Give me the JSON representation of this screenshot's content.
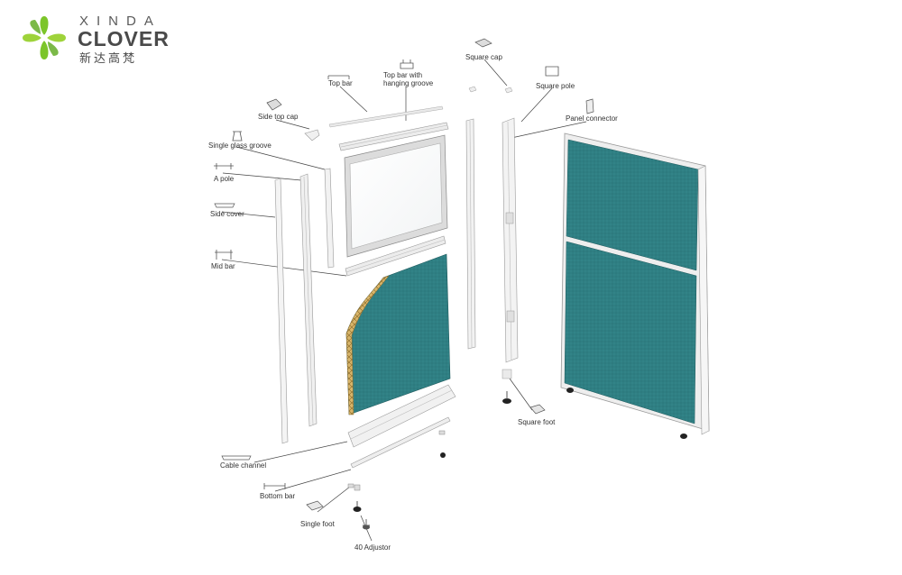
{
  "brand": {
    "name_top": "XINDA",
    "name_main": "CLOVER",
    "name_cn": "新达高梵",
    "colors": {
      "leaf_dark": "#6bbf1f",
      "leaf_light": "#9ed33a"
    }
  },
  "diagram": {
    "colors": {
      "fabric": "#2f7f83",
      "fabric_dark": "#236468",
      "frame": "#e6e6e6",
      "outline": "#9a9a9a",
      "honeycomb": "#c9a35a"
    },
    "labels": {
      "square_cap": "Square cap",
      "top_bar": "Top bar",
      "top_bar_hanging": "Top bar with",
      "top_bar_hanging_2": "hanging groove",
      "square_pole": "Square pole",
      "side_top_cap": "Side top cap",
      "panel_connector": "Panel connector",
      "single_glass_groove": "Single glass groove",
      "a_pole": "A pole",
      "side_cover": "Side cover",
      "mid_bar": "Mid bar",
      "square_foot": "Square foot",
      "cable_channel": "Cable channel",
      "bottom_bar": "Bottom bar",
      "single_foot": "Single foot",
      "adjustor": "40 Adjustor"
    }
  }
}
